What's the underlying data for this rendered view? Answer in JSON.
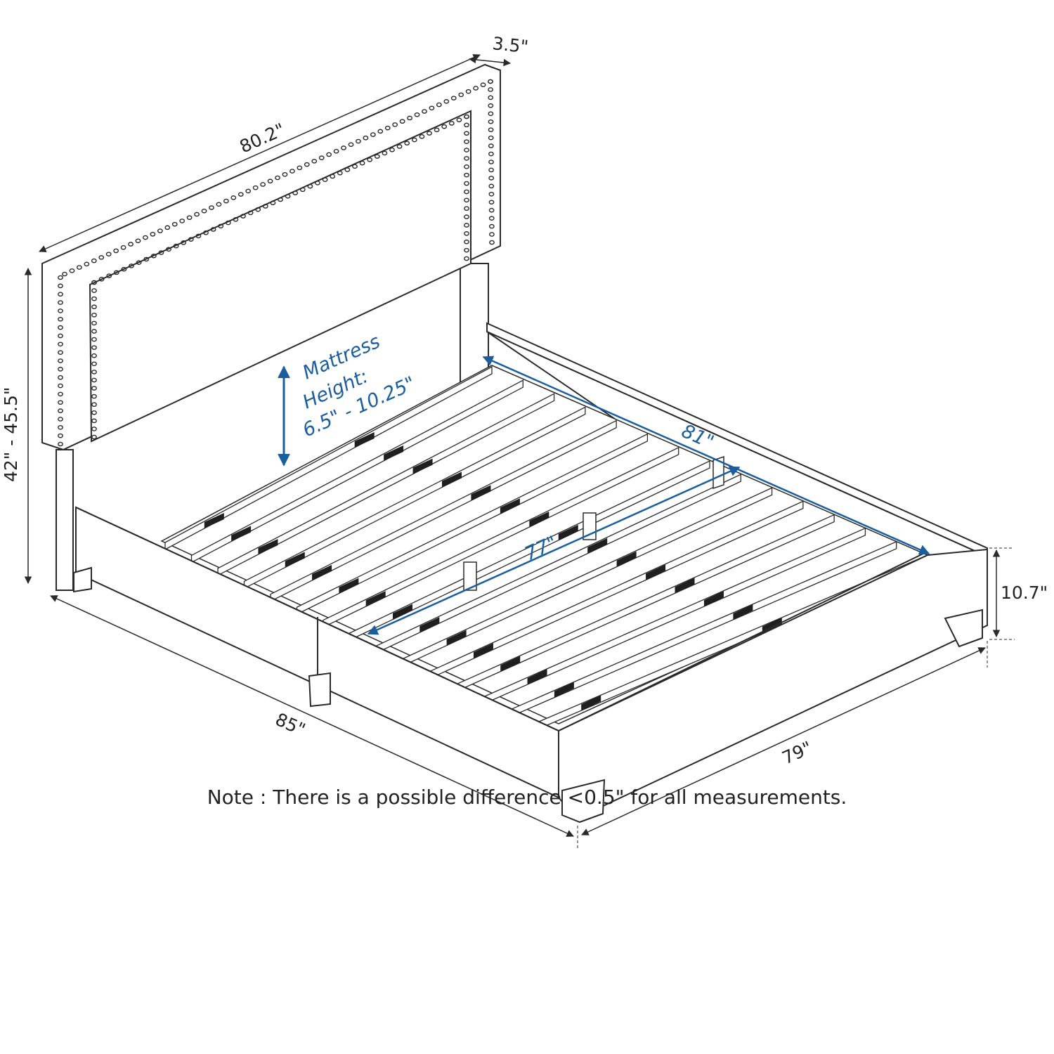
{
  "colors": {
    "line": "#2a2a2a",
    "accent": "#1b5e9e",
    "slat_block": "#1f1f1f"
  },
  "headboard": {
    "width_label": "80.2\"",
    "depth_label": "3.5\"",
    "height_label": "42\" - 45.5\""
  },
  "mattress": {
    "label_line1": "Mattress",
    "label_line2": "Height:",
    "label_line3": "6.5\" - 10.25\""
  },
  "interior": {
    "length_label": "81\"",
    "width_label": "77\""
  },
  "frame": {
    "height_label": "10.7\"",
    "length_label": "85\"",
    "width_label": "79\""
  },
  "note": "Note : There is a possible difference <0.5\" for all measurements."
}
